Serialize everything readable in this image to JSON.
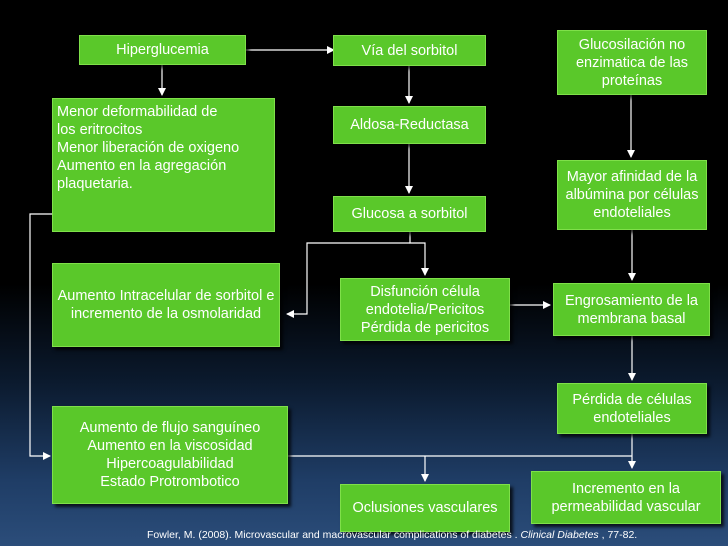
{
  "nodes": {
    "hiperglucemia": "Hiperglucemia",
    "via_sorbitol": "Vía del sorbitol",
    "glucosilacion": "Glucosilación no enzimatica de las proteínas",
    "menor_deformabilidad": "Menor deformabilidad de\nlos eritrocitos\nMenor liberación de oxigeno\nAumento en la agregación\nplaquetaria.",
    "aldosa": "Aldosa-Reductasa",
    "mayor_afinidad": "Mayor afinidad de la albúmina por células endoteliales",
    "glucosa_sorbitol": "Glucosa a sorbitol",
    "aumento_intracelular": "Aumento Intracelular de sorbitol e incremento de la osmolaridad",
    "disfuncion": "Disfunción célula endotelia/Pericitos\nPérdida de pericitos",
    "engrosamiento": "Engrosamiento de la membrana basal",
    "perdida_celulas": "Pérdida de células endoteliales",
    "aumento_flujo": "Aumento de flujo sanguíneo\nAumento en la viscosidad\nHipercoagulabilidad\nEstado Protrombotico",
    "oclusiones": "Oclusiones vasculares",
    "incremento_permeabilidad": "Incremento en la permeabilidad vascular"
  },
  "citation": {
    "prefix": "Fowler, M. (2008). Microvascular and macrovascular complications of diabetes . ",
    "journal": "Clinical Diabetes",
    "suffix": " , 77-82."
  },
  "colors": {
    "box_fill": "#5ac82a",
    "box_border": "#7fe04a",
    "connector": "#ffffff",
    "text": "#ffffff"
  }
}
